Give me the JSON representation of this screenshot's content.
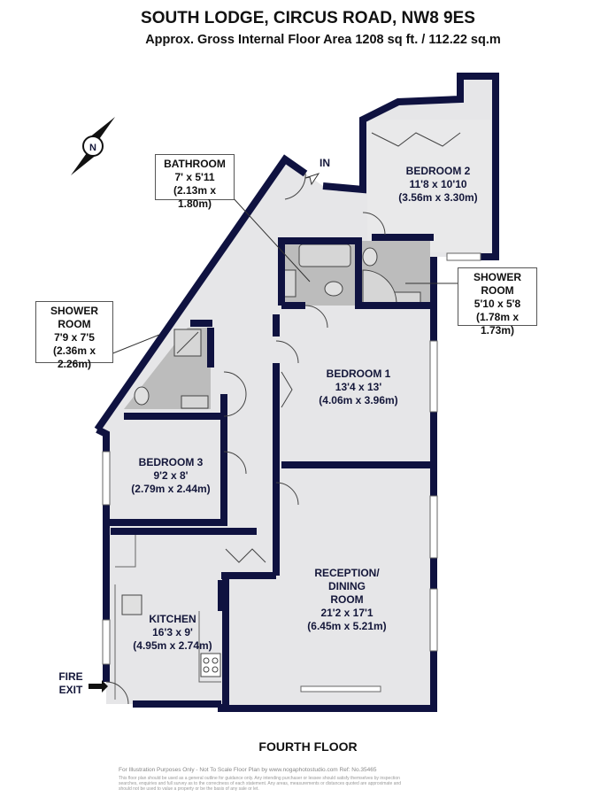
{
  "header": {
    "title": "SOUTH LODGE, CIRCUS ROAD, NW8 9ES",
    "subtitle": "Approx. Gross Internal Floor Area 1208 sq ft. / 112.22 sq.m"
  },
  "colors": {
    "wall": "#0f1240",
    "floor": "#e6e6e8",
    "wet": "#bcbcbc"
  },
  "rooms": {
    "bedroom2": {
      "name": "BEDROOM 2",
      "imperial": "11'8 x 10'10",
      "metric": "(3.56m x 3.30m)"
    },
    "bedroom1": {
      "name": "BEDROOM 1",
      "imperial": "13'4 x 13'",
      "metric": "(4.06m x 3.96m)"
    },
    "bedroom3": {
      "name": "BEDROOM 3",
      "imperial": "9'2 x 8'",
      "metric": "(2.79m x 2.44m)"
    },
    "reception": {
      "name1": "RECEPTION/",
      "name2": "DINING",
      "name3": "ROOM",
      "imperial": "21'2 x 17'1",
      "metric": "(6.45m x 5.21m)"
    },
    "kitchen": {
      "name": "KITCHEN",
      "imperial": "16'3 x 9'",
      "metric": "(4.95m x 2.74m)"
    }
  },
  "callouts": {
    "bathroom": {
      "name": "BATHROOM",
      "imperial": "7' x 5'11",
      "metric": "(2.13m x 1.80m)"
    },
    "shower_left": {
      "name1": "SHOWER",
      "name2": "ROOM",
      "imperial": "7'9 x 7'5",
      "metric": "(2.36m x 2.26m)"
    },
    "shower_right": {
      "name1": "SHOWER",
      "name2": "ROOM",
      "imperial": "5'10 x 5'8",
      "metric": "(1.78m x 1.73m)"
    }
  },
  "markers": {
    "entrance": "IN",
    "fire_exit1": "FIRE",
    "fire_exit2": "EXIT",
    "compass": "N"
  },
  "floor_name": "FOURTH FLOOR",
  "footer": {
    "line1": "For Illustration Purposes Only - Not To Scale   Floor Plan by www.nogaphotostudio.com   Ref: No.35465",
    "disclaimer": "This floor plan should be used as a general outline for guidance only. Any intending purchaser or lessee should satisfy themselves by inspection searches, enquiries and full survey as to the correctness of each statement. Any areas, measurements or distances quoted are approximate and should not be used to value a property or be the basis of any sale or let."
  }
}
